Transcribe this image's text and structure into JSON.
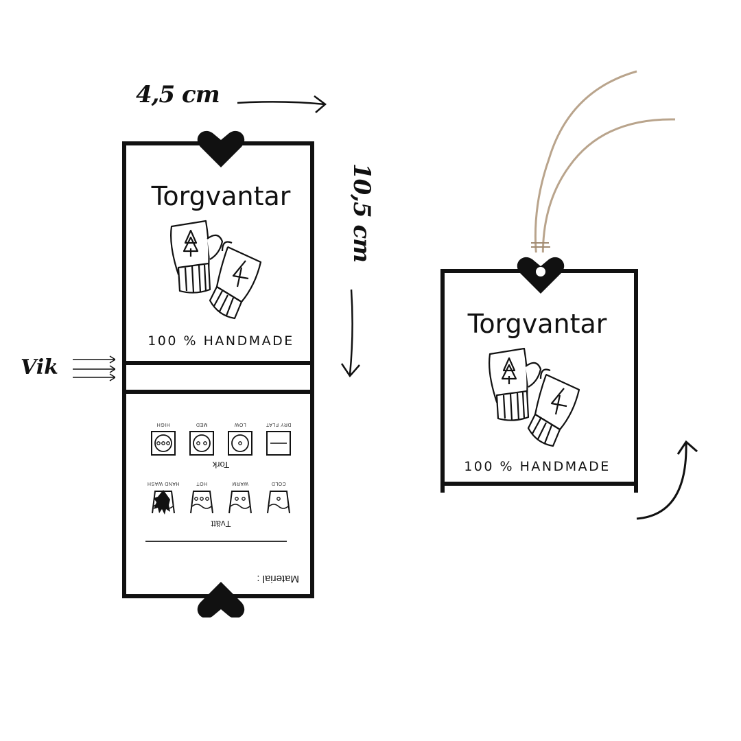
{
  "annotations": {
    "width": "4,5 cm",
    "height": "10,5 cm",
    "fold": "Vik"
  },
  "tag": {
    "title": "Torgvantar",
    "subtitle": "100 % HANDMADE",
    "illustration": "mittens-icon"
  },
  "care": {
    "material_label": "Material :",
    "wash_heading": "Tvätt",
    "dry_heading": "Tork",
    "wash_symbols": [
      {
        "label": "COLD",
        "icon": "wash-cold-icon",
        "dots": 1
      },
      {
        "label": "WARM",
        "icon": "wash-warm-icon",
        "dots": 2
      },
      {
        "label": "HOT",
        "icon": "wash-hot-icon",
        "dots": 3
      },
      {
        "label": "HAND WASH",
        "icon": "hand-wash-icon",
        "dots": 0
      }
    ],
    "dry_symbols": [
      {
        "label": "DRY FLAT",
        "icon": "dry-flat-icon",
        "dots": 0
      },
      {
        "label": "LOW",
        "icon": "tumble-low-icon",
        "dots": 1
      },
      {
        "label": "MED",
        "icon": "tumble-med-icon",
        "dots": 2
      },
      {
        "label": "HIGH",
        "icon": "tumble-high-icon",
        "dots": 3
      }
    ]
  },
  "colors": {
    "ink": "#111111",
    "string": "#b9a48c",
    "background": "#ffffff"
  }
}
